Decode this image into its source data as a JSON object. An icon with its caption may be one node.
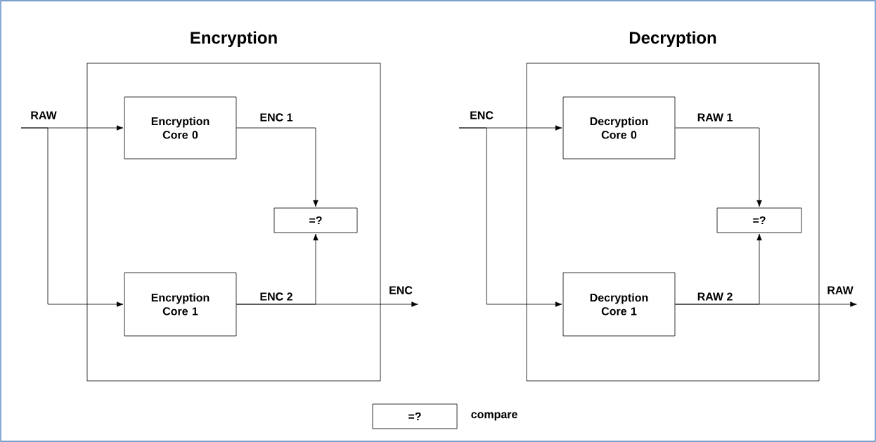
{
  "diagram": {
    "nodes": [
      {
        "text": [
          "Encryption"
        ]
      },
      {
        "text": [
          "Encryption Core 0"
        ],
        "in": 0
      },
      {
        "text": [
          "=?"
        ],
        "in": 0
      },
      {
        "text": [
          "Encryption Core 1"
        ],
        "in": 0
      },
      {
        "text": [
          "Decryption"
        ]
      },
      {
        "text": [
          "Decryption Core 0"
        ],
        "in": 4
      },
      {
        "text": [
          "=?"
        ],
        "in": 4
      },
      {
        "text": [
          "Decryption Core 1"
        ],
        "in": 4
      },
      {
        "text": [
          "=?"
        ],
        "beside": [
          "compare"
        ]
      }
    ],
    "edges": [
      {
        "from": null,
        "to": 1,
        "arrow": "to",
        "label": "RAW"
      },
      {
        "from": null,
        "to": 3,
        "arrow": "to"
      },
      {
        "from": 1,
        "to": 2,
        "arrow": "to",
        "label": "ENC 1"
      },
      {
        "from": 3,
        "to": 2,
        "arrow": "to",
        "label": "ENC 2"
      },
      {
        "from": 3,
        "to": null,
        "arrow": "to",
        "label": "ENC"
      },
      {
        "from": null,
        "to": 5,
        "arrow": "to",
        "label": "ENC"
      },
      {
        "from": null,
        "to": 7,
        "arrow": "to"
      },
      {
        "from": 5,
        "to": 6,
        "arrow": "to",
        "label": "RAW 1"
      },
      {
        "from": 7,
        "to": 6,
        "arrow": "to",
        "label": "RAW 2"
      },
      {
        "from": 7,
        "to": null,
        "arrow": "to",
        "label": "RAW"
      }
    ]
  }
}
